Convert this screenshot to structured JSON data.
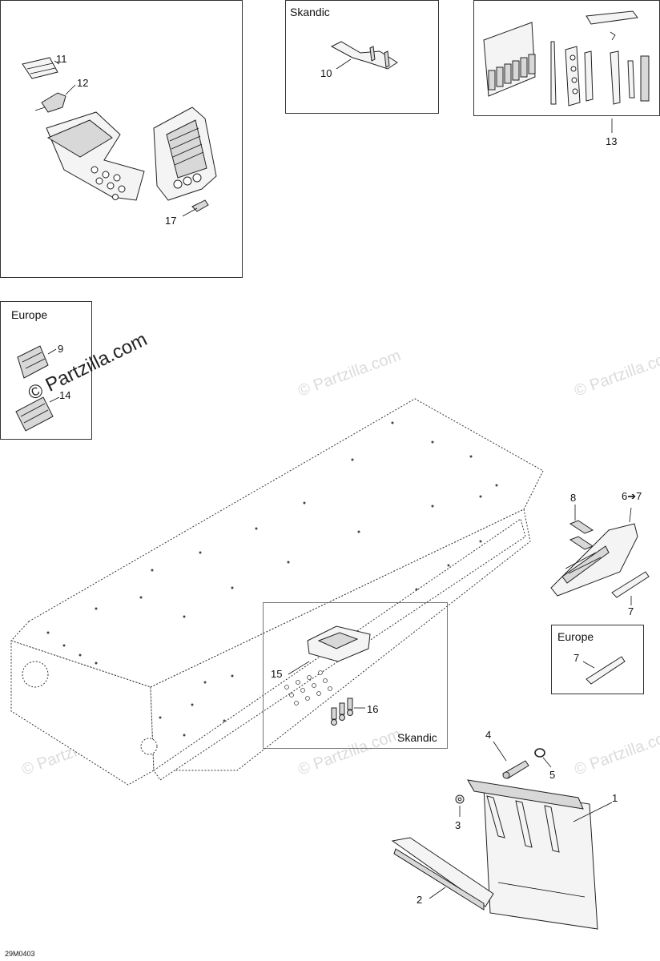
{
  "diagram_code": "29M0403",
  "watermarks": {
    "main": "© Partzilla.com",
    "repeat": "© Partzilla.com"
  },
  "regions": {
    "skandic_top": "Skandic",
    "europe_left": "Europe",
    "europe_right": "Europe",
    "skandic_bottom": "Skandic"
  },
  "callouts": {
    "c1": "1",
    "c2": "2",
    "c3": "3",
    "c4": "4",
    "c5": "5",
    "c6": "6➔7",
    "c7a": "7",
    "c7b": "7",
    "c8": "8",
    "c9": "9",
    "c10": "10",
    "c11": "11",
    "c12": "12",
    "c13": "13",
    "c14": "14",
    "c15": "15",
    "c16": "16",
    "c17": "17"
  }
}
